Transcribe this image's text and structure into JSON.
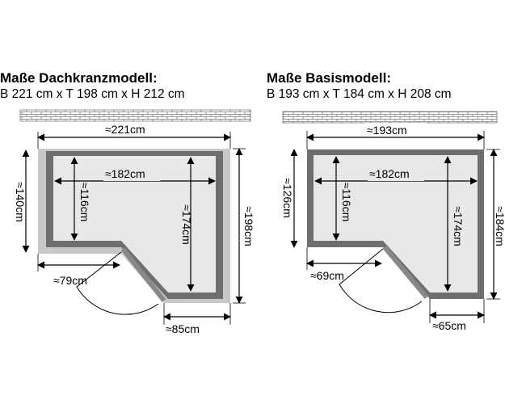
{
  "left_model": {
    "title": "Maße Dachkranzmodell:",
    "dimensions": "B 221 cm x T 198 cm x H 212 cm",
    "labels": {
      "width_total": "≈221cm",
      "width_inner": "≈182cm",
      "depth_left": "≈140cm",
      "depth_inner_left": "≈116cm",
      "depth_inner_right": "≈174cm",
      "depth_total": "≈198cm",
      "bottom_left": "≈79cm",
      "bottom_right": "≈85cm"
    }
  },
  "right_model": {
    "title": "Maße Basismodell:",
    "dimensions": "B 193 cm x T 184 cm x H 208 cm",
    "labels": {
      "width_total": "≈193cm",
      "width_inner": "≈182cm",
      "depth_left": "≈126cm",
      "depth_inner_left": "≈116cm",
      "depth_inner_right": "≈174cm",
      "depth_total": "≈184cm",
      "bottom_left": "≈69cm",
      "bottom_right": "≈65cm"
    }
  },
  "colors": {
    "wall_brick": "#ffffff",
    "roof_rim": "#c8c8c8",
    "wall": "#6e6e6e",
    "floor": "#e8e8e8",
    "line": "#000000"
  }
}
